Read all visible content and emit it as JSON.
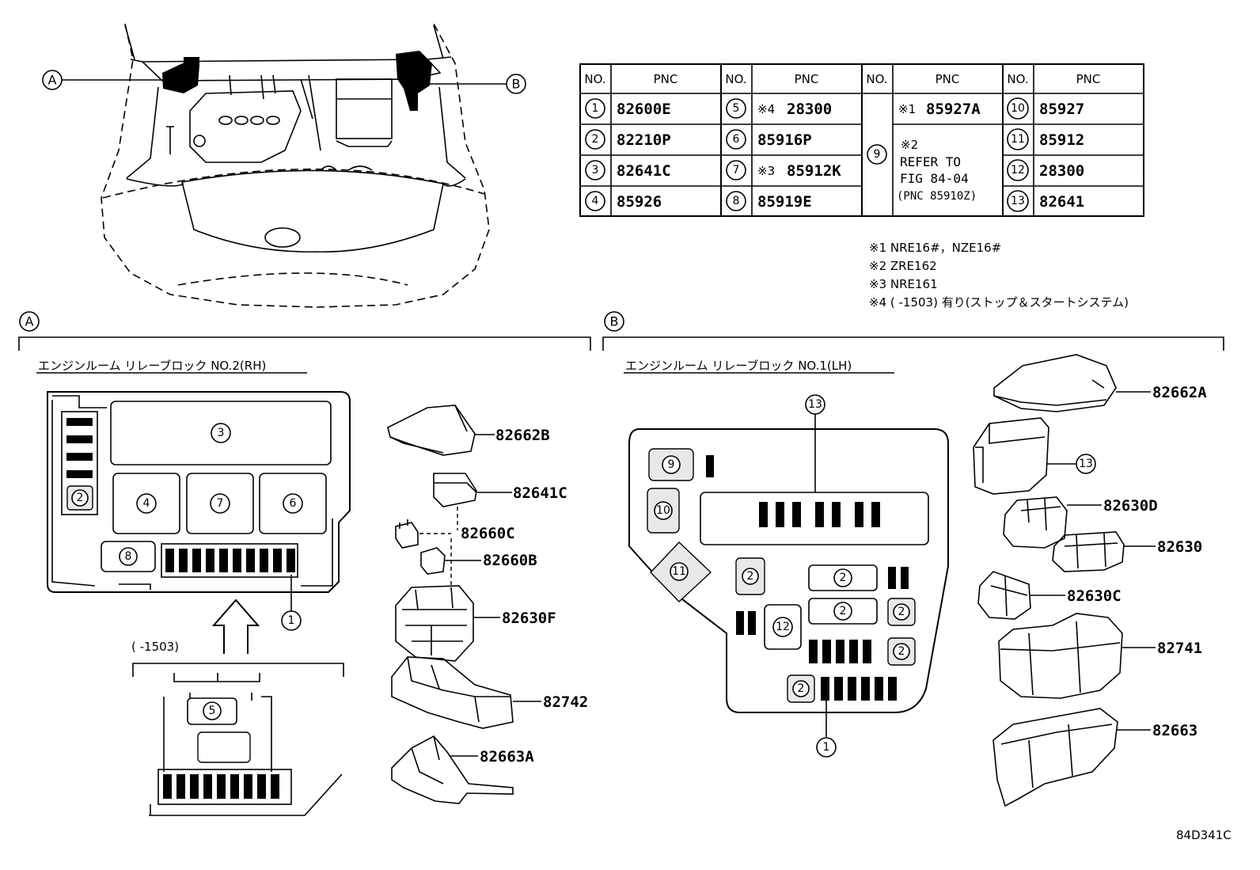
{
  "callouts": {
    "a": "A",
    "b": "B"
  },
  "table": {
    "headers": [
      "NO.",
      "PNC",
      "NO.",
      "PNC",
      "NO.",
      "PNC",
      "NO.",
      "PNC"
    ],
    "col1": [
      {
        "no": "1",
        "pnc": "82600E"
      },
      {
        "no": "2",
        "pnc": "82210P"
      },
      {
        "no": "3",
        "pnc": "82641C"
      },
      {
        "no": "4",
        "pnc": "85926"
      }
    ],
    "col2": [
      {
        "no": "5",
        "mark": "※4",
        "pnc": "28300"
      },
      {
        "no": "6",
        "mark": "",
        "pnc": "85916P"
      },
      {
        "no": "7",
        "mark": "※3",
        "pnc": "85912K"
      },
      {
        "no": "8",
        "mark": "",
        "pnc": "85919E"
      }
    ],
    "col3": {
      "no": "9",
      "line1_mark": "※1",
      "line1_pnc": "85927A",
      "line2_mark": "※2",
      "line3": "REFER TO",
      "line4": "FIG 84-04",
      "line5": "(PNC 85910Z)"
    },
    "col4": [
      {
        "no": "10",
        "pnc": "85927"
      },
      {
        "no": "11",
        "pnc": "85912"
      },
      {
        "no": "12",
        "pnc": "28300"
      },
      {
        "no": "13",
        "pnc": "82641"
      }
    ]
  },
  "notes": [
    "※1  NRE16#，NZE16#",
    "※2  ZRE162",
    "※3  NRE161",
    "※4  (        -1503) 有り(ストップ＆スタートシステム)"
  ],
  "section_a": {
    "label": "A",
    "title": "エンジンルーム  リレーブロック NO.2(RH)",
    "range_note": "(        -1503)",
    "slot_numbers": {
      "s1": "1",
      "s2": "2",
      "s3": "3",
      "s4": "4",
      "s5": "5",
      "s6": "6",
      "s7": "7",
      "s8": "8"
    },
    "parts": [
      "82662B",
      "82641C",
      "82660C",
      "82660B",
      "82630F",
      "82742",
      "82663A"
    ]
  },
  "section_b": {
    "label": "B",
    "title": "エンジンルーム  リレーブロック NO.1(LH)",
    "slot_numbers": {
      "s1": "1",
      "s2": "2",
      "s9": "9",
      "s10": "10",
      "s11": "11",
      "s12": "12",
      "s13": "13"
    },
    "parts": [
      "82662A",
      "13",
      "82630D",
      "82630",
      "82630C",
      "82741",
      "82663"
    ]
  },
  "figure_code": "84D341C"
}
